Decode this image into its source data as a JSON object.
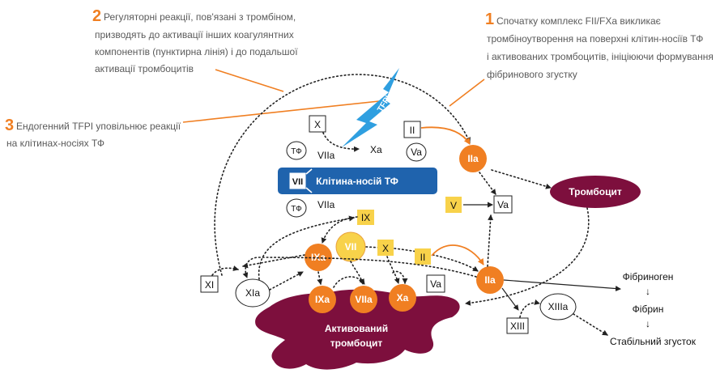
{
  "annotations": {
    "a1": {
      "number": "1",
      "lines": [
        "Спочатку комплекс FII/FXa викликає",
        "тромбіноутворення на поверхні клітин-носіїв ТФ",
        "і активованих тромбоцитів, ініціюючи формування",
        "фібринового згустку"
      ]
    },
    "a2": {
      "number": "2",
      "lines": [
        "Регуляторні реакції, пов'язані з тромбіном,",
        "призводять до активації інших коагулянтних",
        "компонентів (пунктирна лінія) і до подальшої",
        "активації тромбоцитів"
      ]
    },
    "a3": {
      "number": "3",
      "lines": [
        "Ендогенний TFPI уповільнює реакції",
        "на клітинах-носіях ТФ"
      ]
    }
  },
  "diagram": {
    "tf_cell_label": "Клітина-носій ТФ",
    "tf_receptor": "VII",
    "tf_top": "ТФ",
    "tf_bottom": "ТФ",
    "viia_top": "VIIa",
    "viia_bottom": "VIIa",
    "x_box": "X",
    "xa": "Xa",
    "va_circle": "Va",
    "ii_box": "II",
    "iia_top": "IIa",
    "v_box": "V",
    "va_box": "Va",
    "tfpi": "TFPI",
    "platelet": "Тромбоцит",
    "ix_box": "IX",
    "ixa_mid": "IXa",
    "vii_circle": "VII",
    "x_box2": "X",
    "ii_box2": "II",
    "iia_low": "IIa",
    "va_box2": "Va",
    "xi_box": "XI",
    "xia": "XIa",
    "ixa_low": "IXa",
    "viia_low": "VIIa",
    "xa_low": "Xa",
    "activated_platelet": [
      "Активований",
      "тромбоцит"
    ],
    "fibrinogen": "Фібриноген",
    "arrow1": "↓",
    "fibrin": "Фібрин",
    "arrow2": "↓",
    "stable_clot": "Стабільний згусток",
    "xiiia": "XIIIa",
    "xiii_box": "XIII"
  },
  "colors": {
    "orange": "#f07f22",
    "blue": "#1f63ad",
    "lightning": "#2f9fe0",
    "maroon": "#7d0f3d",
    "yellow": "#f8d24a",
    "annotation_text": "#5a5a5a"
  }
}
